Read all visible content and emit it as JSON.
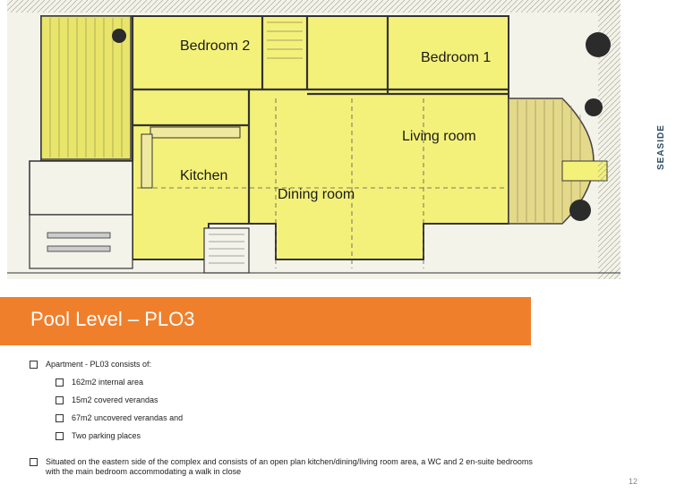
{
  "plan": {
    "rooms": {
      "bedroom2": "Bedroom 2",
      "bedroom1": "Bedroom 1",
      "living": "Living room",
      "kitchen": "Kitchen",
      "dining": "Dining room"
    },
    "fill_color": "#f4f17a",
    "side_text": "SEASIDE"
  },
  "banner": {
    "title": "Pool Level – PLO3",
    "color": "#f07f2c"
  },
  "bullets": {
    "intro": "Apartment - PL03 consists of:",
    "items": [
      "162m2 internal area",
      "15m2 covered verandas",
      "67m2 uncovered verandas and",
      "Two parking places"
    ],
    "description": "Situated on the eastern side of the complex and consists of an open plan kitchen/dining/living room area, a WC and 2 en-suite bedrooms with the main bedroom accommodating a walk in close"
  },
  "page_number": "12"
}
